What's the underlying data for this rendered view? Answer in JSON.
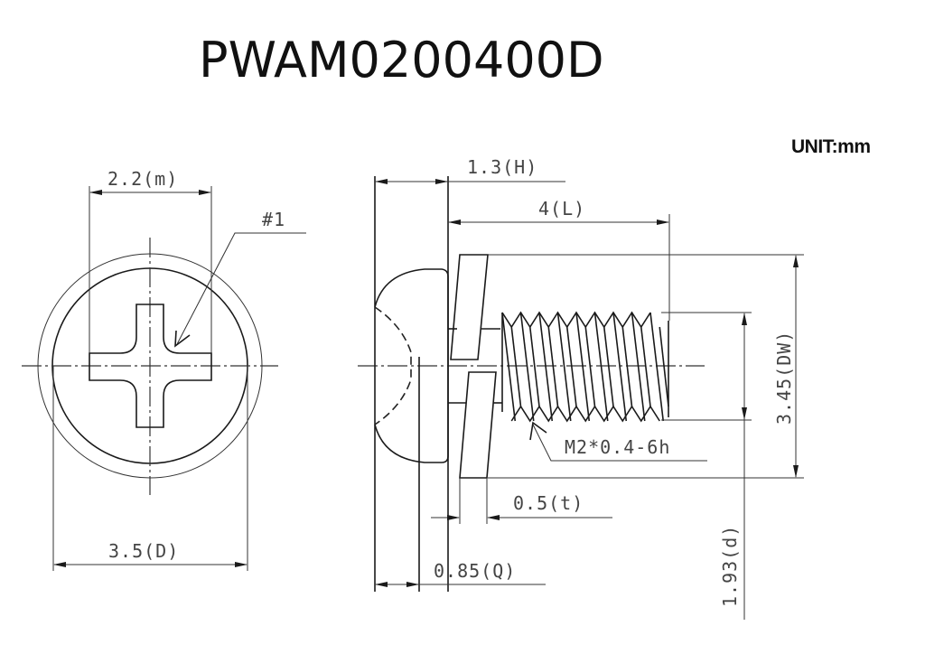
{
  "title": "PWAM0200400D",
  "unit_label": "UNIT:mm",
  "front_view": {
    "dimensions": {
      "recess_width": "2.2(m)",
      "head_diameter": "3.5(D)"
    },
    "callout": "#1"
  },
  "side_view": {
    "dimensions": {
      "head_height": "1.3(H)",
      "length": "4(L)",
      "washer_diameter": "3.45(DW)",
      "washer_thickness": "0.5(t)",
      "recess_depth": "0.85(Q)",
      "inner_diameter": "1.93(d)"
    },
    "thread_spec": "M2*0.4-6h"
  }
}
